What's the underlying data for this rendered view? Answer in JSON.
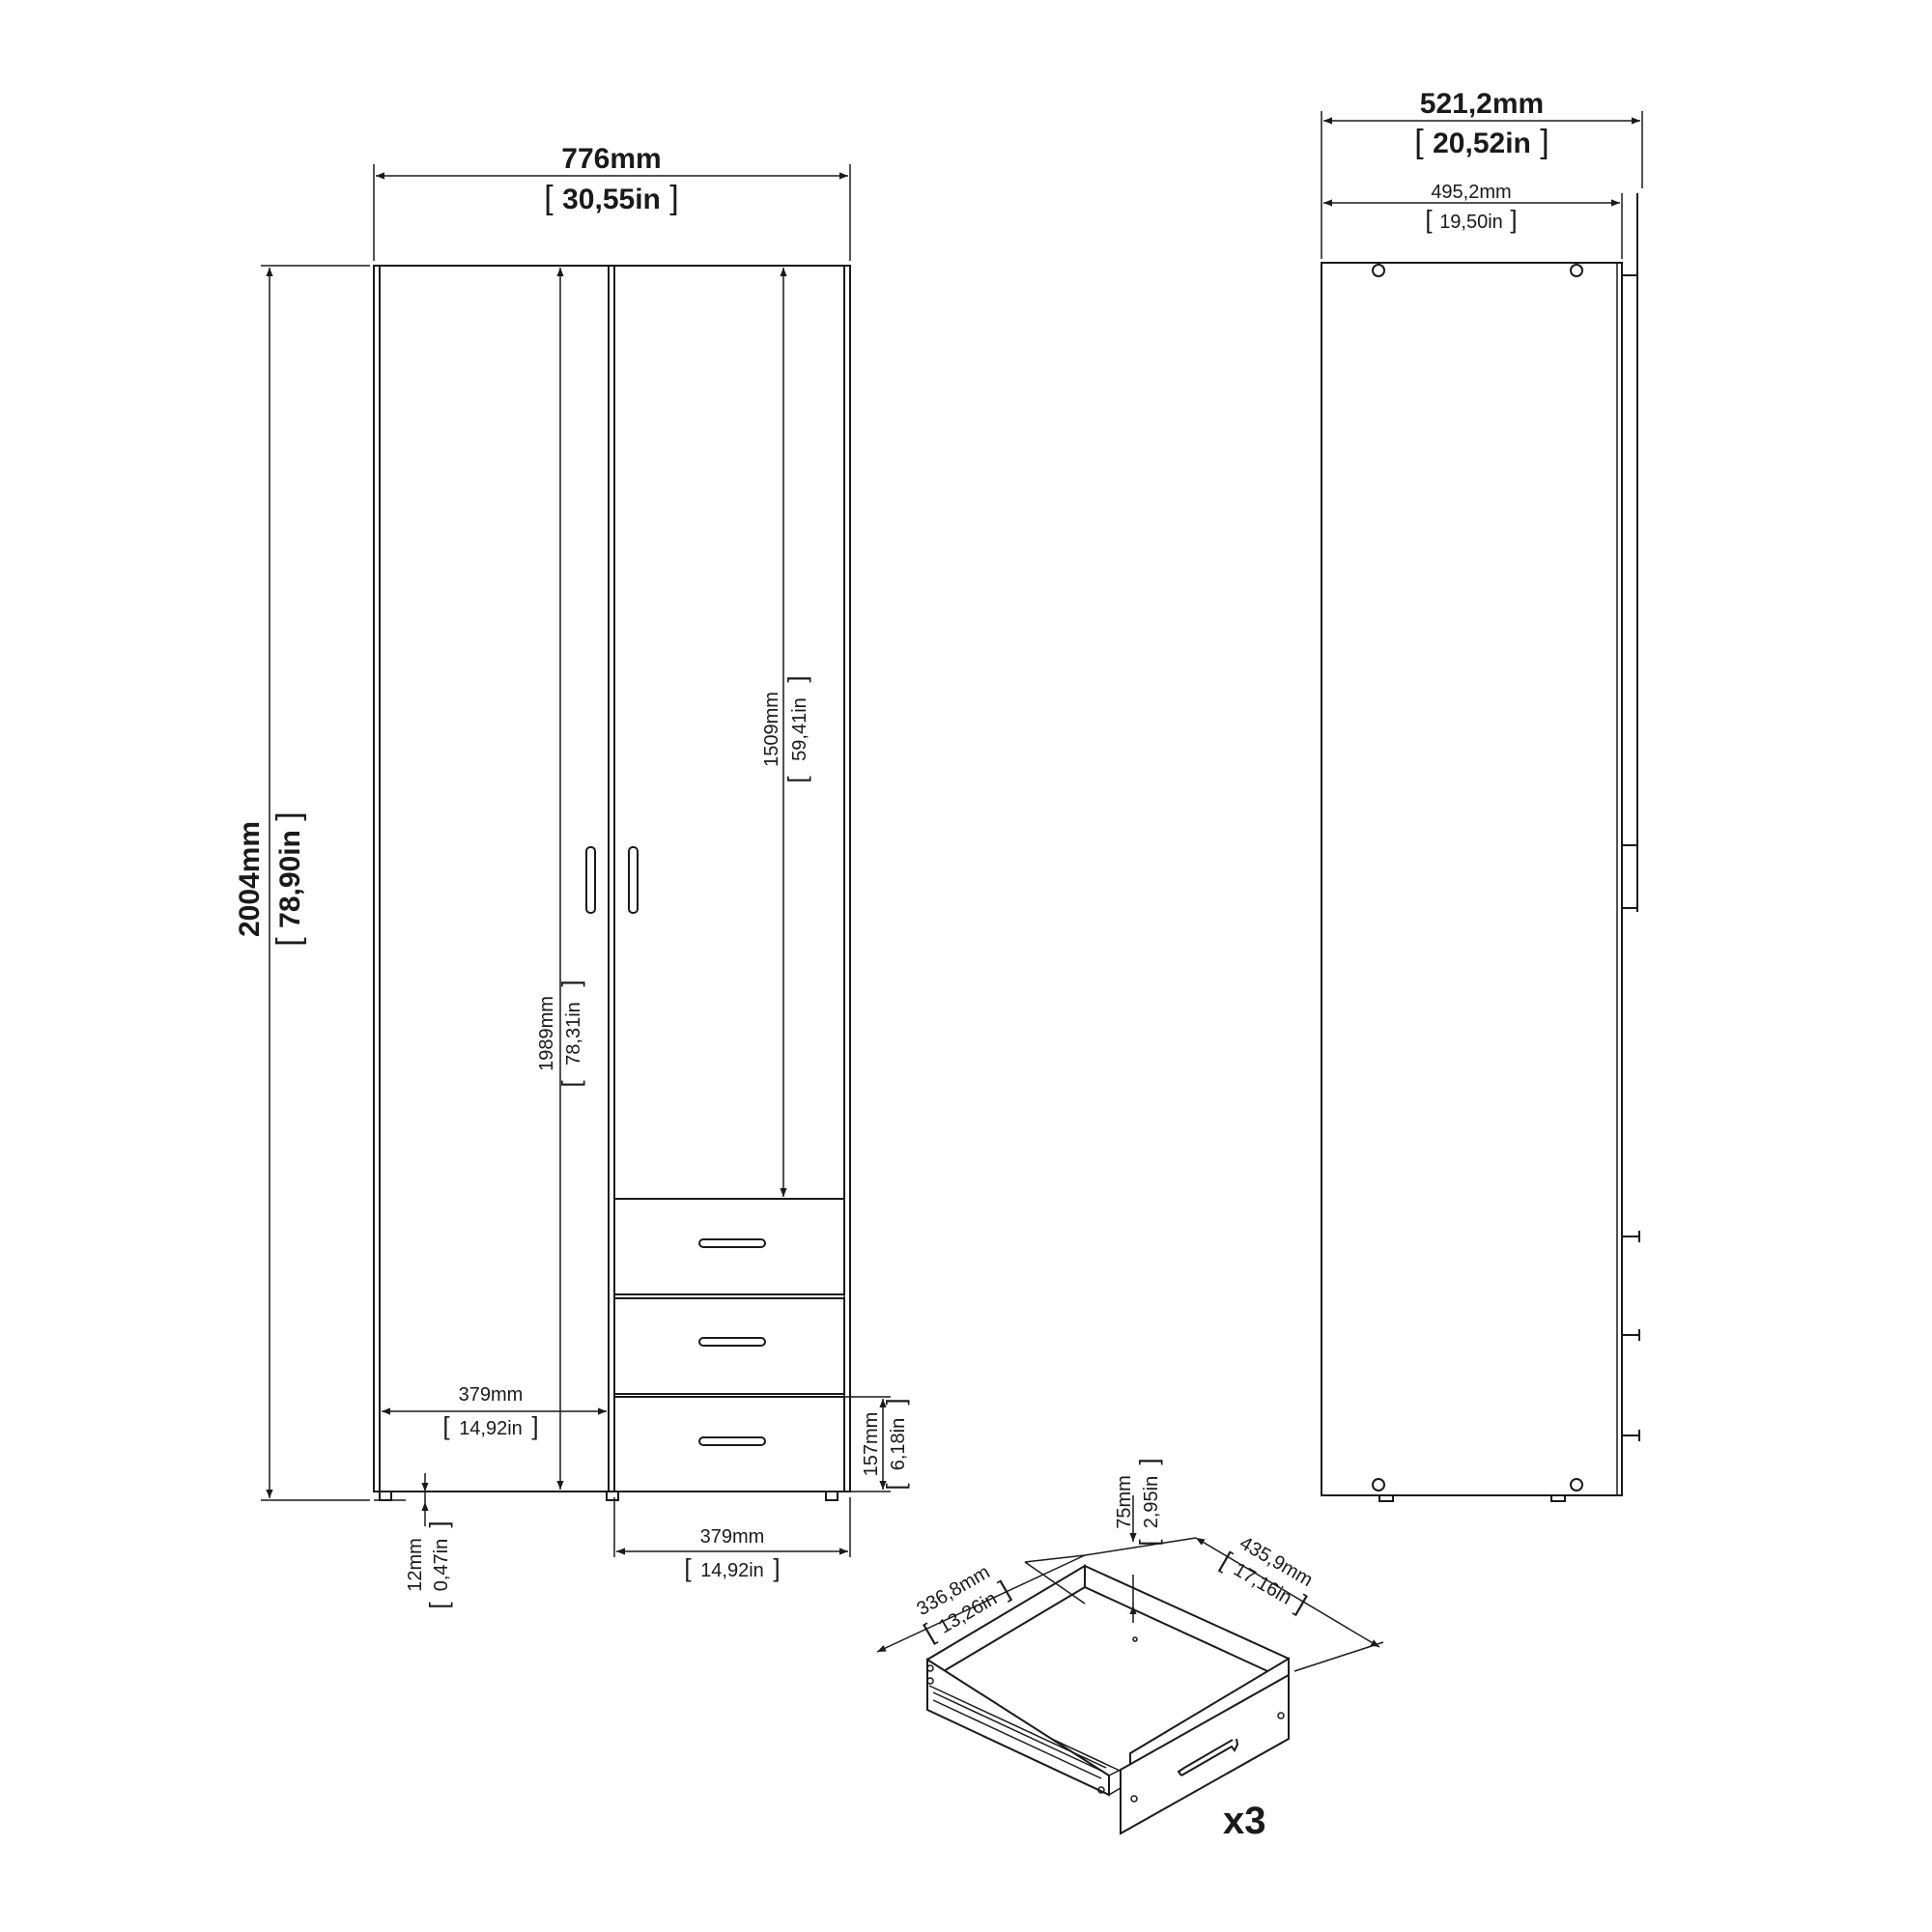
{
  "front": {
    "width_mm": "776mm",
    "width_in": "30,55in",
    "height_mm": "2004mm",
    "height_in": "78,90in",
    "inner_height_mm": "1989mm",
    "inner_height_in": "78,31in",
    "door_height_mm": "1509mm",
    "door_height_in": "59,41in",
    "left_inner_width_mm": "379mm",
    "left_inner_width_in": "14,92in",
    "right_width_mm": "379mm",
    "right_width_in": "14,92in",
    "drawer_height_mm": "157mm",
    "drawer_height_in": "6,18in",
    "foot_height_mm": "12mm",
    "foot_height_in": "0,47in"
  },
  "side": {
    "depth_mm": "521,2mm",
    "depth_in": "20,52in",
    "body_depth_mm": "495,2mm",
    "body_depth_in": "19,50in"
  },
  "drawer": {
    "height_mm": "75mm",
    "height_in": "2,95in",
    "width_mm": "336,8mm",
    "width_in": "13,26in",
    "depth_mm": "435,9mm",
    "depth_in": "17,16in",
    "count": "x3"
  }
}
